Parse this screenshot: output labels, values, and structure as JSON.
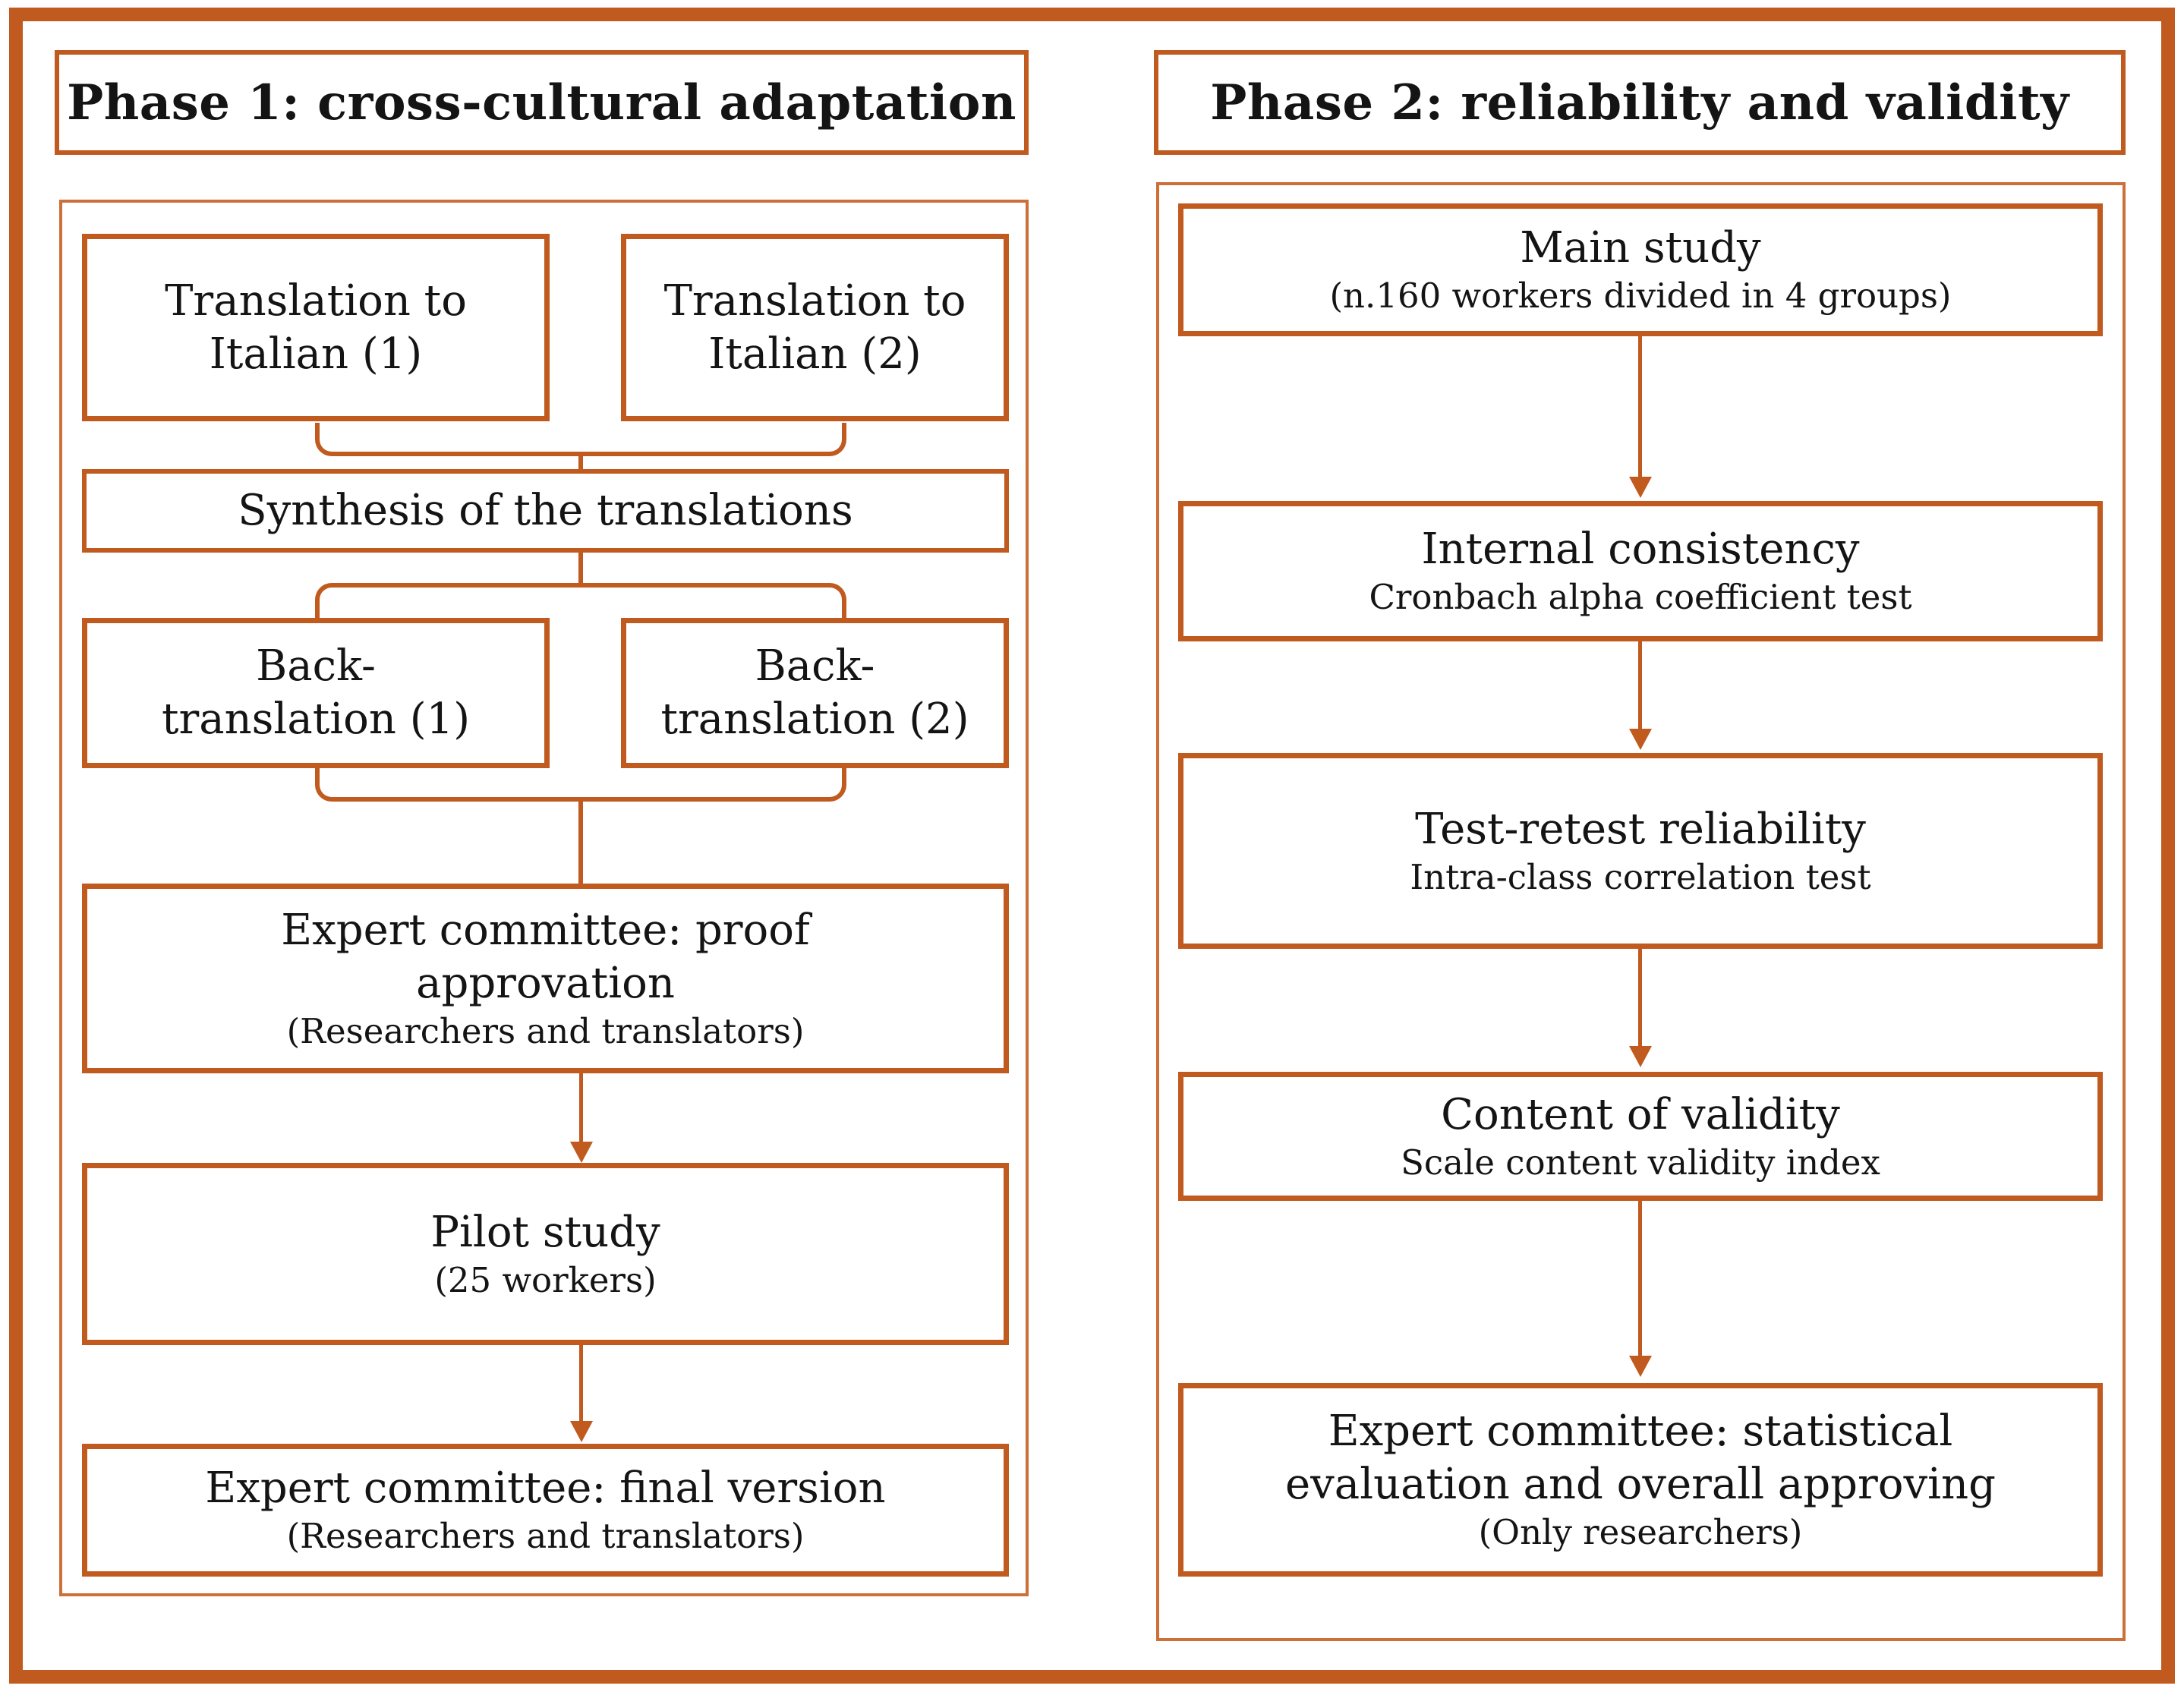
{
  "figure": {
    "colors": {
      "accent": "#C05A1E",
      "accent_thin": "#CC6F38",
      "text": "#141414",
      "background": "#FFFFFF"
    },
    "phase1": {
      "title": "Phase 1: cross-cultural adaptation",
      "boxes": {
        "translation1": {
          "main": "Translation to\nItalian (1)"
        },
        "translation2": {
          "main": "Translation to\nItalian (2)"
        },
        "synthesis": {
          "main": "Synthesis of the translations"
        },
        "back1": {
          "main": "Back-\ntranslation (1)"
        },
        "back2": {
          "main": "Back-\ntranslation (2)"
        },
        "expert_proof": {
          "main": "Expert committee: proof\napprovation",
          "sub": "(Researchers and translators)"
        },
        "pilot": {
          "main": "Pilot study",
          "sub": "(25 workers)"
        },
        "expert_final": {
          "main": "Expert committee: final version",
          "sub": "(Researchers and translators)"
        }
      }
    },
    "phase2": {
      "title": "Phase 2: reliability and validity",
      "boxes": {
        "main_study": {
          "main": "Main study",
          "sub": "(n.160 workers divided in 4 groups)"
        },
        "internal": {
          "main": "Internal consistency",
          "sub": "Cronbach alpha coefficient test"
        },
        "test_retest": {
          "main": "Test-retest reliability",
          "sub": "Intra-class correlation test"
        },
        "content_validity": {
          "main": "Content of validity",
          "sub": "Scale content validity index"
        },
        "expert_stat": {
          "main": "Expert committee: statistical\nevaluation and overall approving",
          "sub": "(Only researchers)"
        }
      }
    }
  }
}
